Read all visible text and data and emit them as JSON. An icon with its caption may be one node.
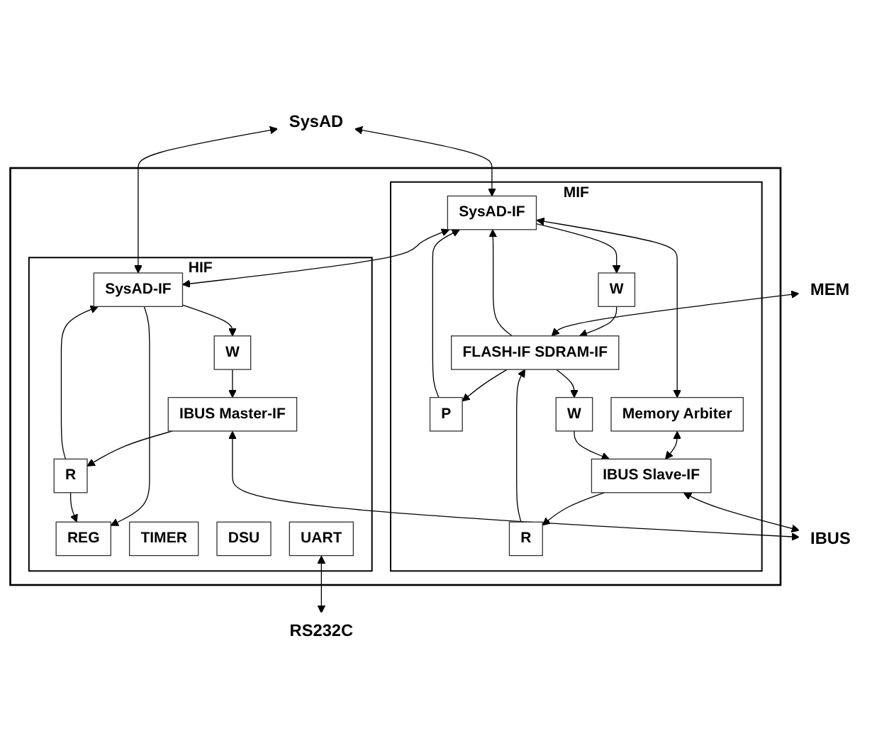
{
  "diagram": {
    "nodes": [
      {
        "text": [],
        "shape": "box"
      },
      {
        "text": [
          "SysAD"
        ]
      },
      {
        "text": [
          "MIF"
        ],
        "in": 0
      },
      {
        "text": [
          "SysAD-IF"
        ],
        "in": 2
      },
      {
        "text": [
          "P"
        ],
        "in": 2
      },
      {
        "text": [
          "W"
        ],
        "in": 2
      },
      {
        "text": [
          "FLASH-IF SDRAM-IF"
        ],
        "in": 2
      },
      {
        "text": [
          "Memory Arbiter"
        ],
        "in": 2
      },
      {
        "text": [
          "R"
        ],
        "in": 2
      },
      {
        "text": [
          "W"
        ],
        "in": 2
      },
      {
        "text": [
          "IBUS Slave-IF"
        ],
        "in": 2
      },
      {
        "text": [
          "HIF"
        ],
        "in": 0
      },
      {
        "text": [
          "SysAD-IF"
        ],
        "in": 11
      },
      {
        "text": [
          "W"
        ],
        "in": 11
      },
      {
        "text": [
          "REG"
        ],
        "in": 11
      },
      {
        "text": [
          "TIMER"
        ],
        "in": 11
      },
      {
        "text": [
          "DSU"
        ],
        "in": 11
      },
      {
        "text": [
          "UART"
        ],
        "in": 11
      },
      {
        "text": [
          "R"
        ],
        "in": 11
      },
      {
        "text": [
          "IBUS Master-IF"
        ],
        "in": 11
      },
      {
        "text": [
          "MEM"
        ]
      },
      {
        "text": [
          "RS232C"
        ]
      },
      {
        "text": [
          "IBUS"
        ]
      }
    ],
    "edges": [
      {
        "from": 1,
        "to": 3,
        "arrow": "both"
      },
      {
        "from": 1,
        "to": 12,
        "arrow": "both"
      },
      {
        "from": 3,
        "to": 12,
        "arrow": "both"
      },
      {
        "from": 4,
        "to": 3,
        "arrow": "to"
      },
      {
        "from": 6,
        "to": 3,
        "arrow": "to"
      },
      {
        "from": 3,
        "to": 5,
        "arrow": "to"
      },
      {
        "from": 3,
        "to": 7,
        "arrow": "both"
      },
      {
        "from": 6,
        "to": 4,
        "arrow": "to"
      },
      {
        "from": 5,
        "to": 6,
        "arrow": "to"
      },
      {
        "from": 20,
        "to": 6,
        "arrow": "both"
      },
      {
        "from": 8,
        "to": 6,
        "arrow": "to"
      },
      {
        "from": 6,
        "to": 9,
        "arrow": "to"
      },
      {
        "from": 7,
        "to": 10,
        "arrow": "both"
      },
      {
        "from": 10,
        "to": 8,
        "arrow": "to"
      },
      {
        "from": 9,
        "to": 10,
        "arrow": "to"
      },
      {
        "from": 10,
        "to": 22,
        "arrow": "both"
      },
      {
        "from": 12,
        "to": 13,
        "arrow": "to"
      },
      {
        "from": 12,
        "to": 14,
        "arrow": "to"
      },
      {
        "from": 18,
        "to": 12,
        "arrow": "to"
      },
      {
        "from": 18,
        "to": 14,
        "arrow": "to"
      },
      {
        "from": 17,
        "to": 21,
        "arrow": "both"
      },
      {
        "from": 13,
        "to": 19,
        "arrow": "to"
      },
      {
        "from": 19,
        "to": 18,
        "arrow": "to"
      },
      {
        "from": 19,
        "to": 22,
        "arrow": "both"
      }
    ]
  }
}
